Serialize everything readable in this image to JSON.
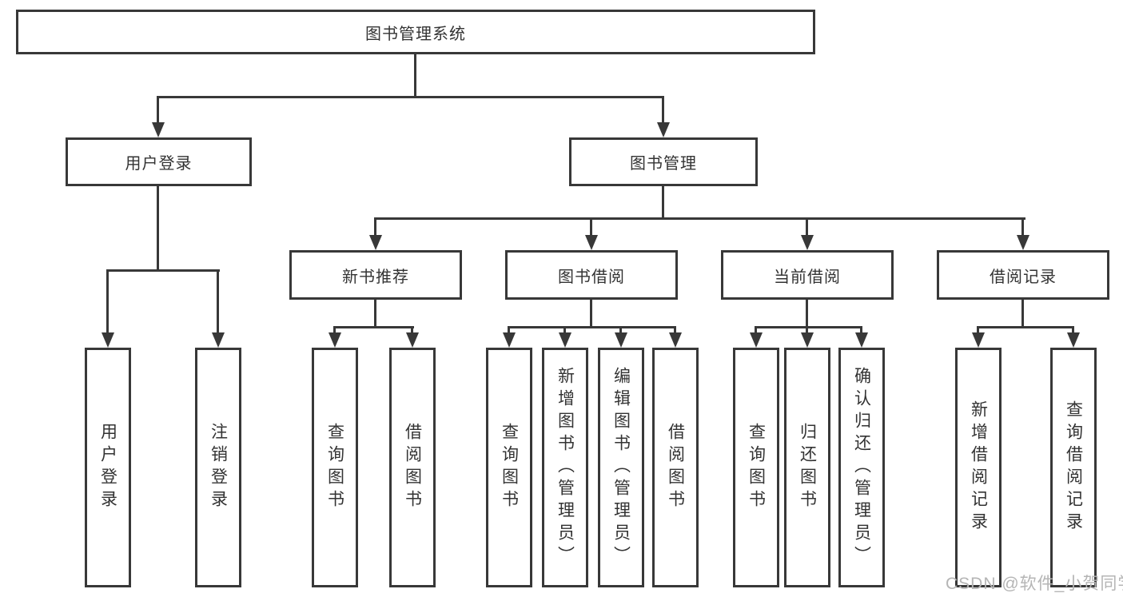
{
  "tree": {
    "root": {
      "label": "图书管理系统"
    },
    "branches": [
      {
        "label": "用户登录",
        "children": [
          {
            "label": "用户登录"
          },
          {
            "label": "注销登录"
          }
        ]
      },
      {
        "label": "图书管理",
        "sections": [
          {
            "label": "新书推荐",
            "children": [
              {
                "label": "查询图书"
              },
              {
                "label": "借阅图书"
              }
            ]
          },
          {
            "label": "图书借阅",
            "children": [
              {
                "label": "查询图书"
              },
              {
                "label": "新增图书（管理员）"
              },
              {
                "label": "编辑图书（管理员）"
              },
              {
                "label": "借阅图书"
              }
            ]
          },
          {
            "label": "当前借阅",
            "children": [
              {
                "label": "查询图书"
              },
              {
                "label": "归还图书"
              },
              {
                "label": "确认归还（管理员）"
              }
            ]
          },
          {
            "label": "借阅记录",
            "children": [
              {
                "label": "新增借阅记录"
              },
              {
                "label": "查询借阅记录"
              }
            ]
          }
        ]
      }
    ]
  },
  "watermark": "CSDN @软件_小贺同学",
  "colors": {
    "line": "#383838",
    "text": "#333333",
    "watermark": "#b5b5b5",
    "background": "#ffffff"
  }
}
